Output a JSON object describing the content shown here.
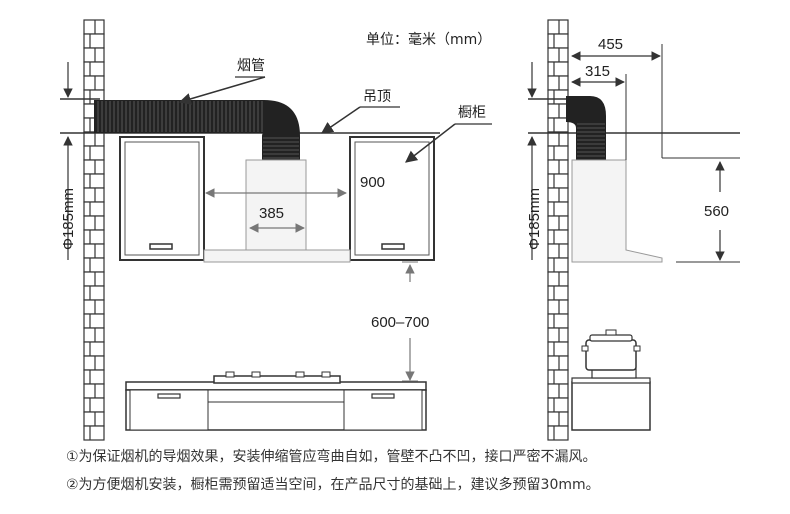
{
  "unit_label": "单位：毫米（mm）",
  "labels": {
    "flue_pipe": "烟管",
    "ceiling": "吊顶",
    "cabinet": "橱柜"
  },
  "dimensions": {
    "wall_height": "Φ185mm",
    "hood_width": "385",
    "cabinet_gap": "900",
    "install_height": "600–700",
    "side_wall_height": "Φ185mm",
    "side_depth_outer": "455",
    "side_depth_inner": "315",
    "side_height": "560"
  },
  "notes": [
    "①为保证烟机的导烟效果，安装伸缩管应弯曲自如，管壁不凸不凹，接口严密不漏风。",
    "②为方便烟机安装，橱柜需预留适当空间，在产品尺寸的基础上，建议多预留30mm。"
  ],
  "colors": {
    "line": "#333333",
    "gray": "#8a8a8a",
    "light_gray": "#d9d9d9",
    "brick_fill": "#ffffff"
  }
}
